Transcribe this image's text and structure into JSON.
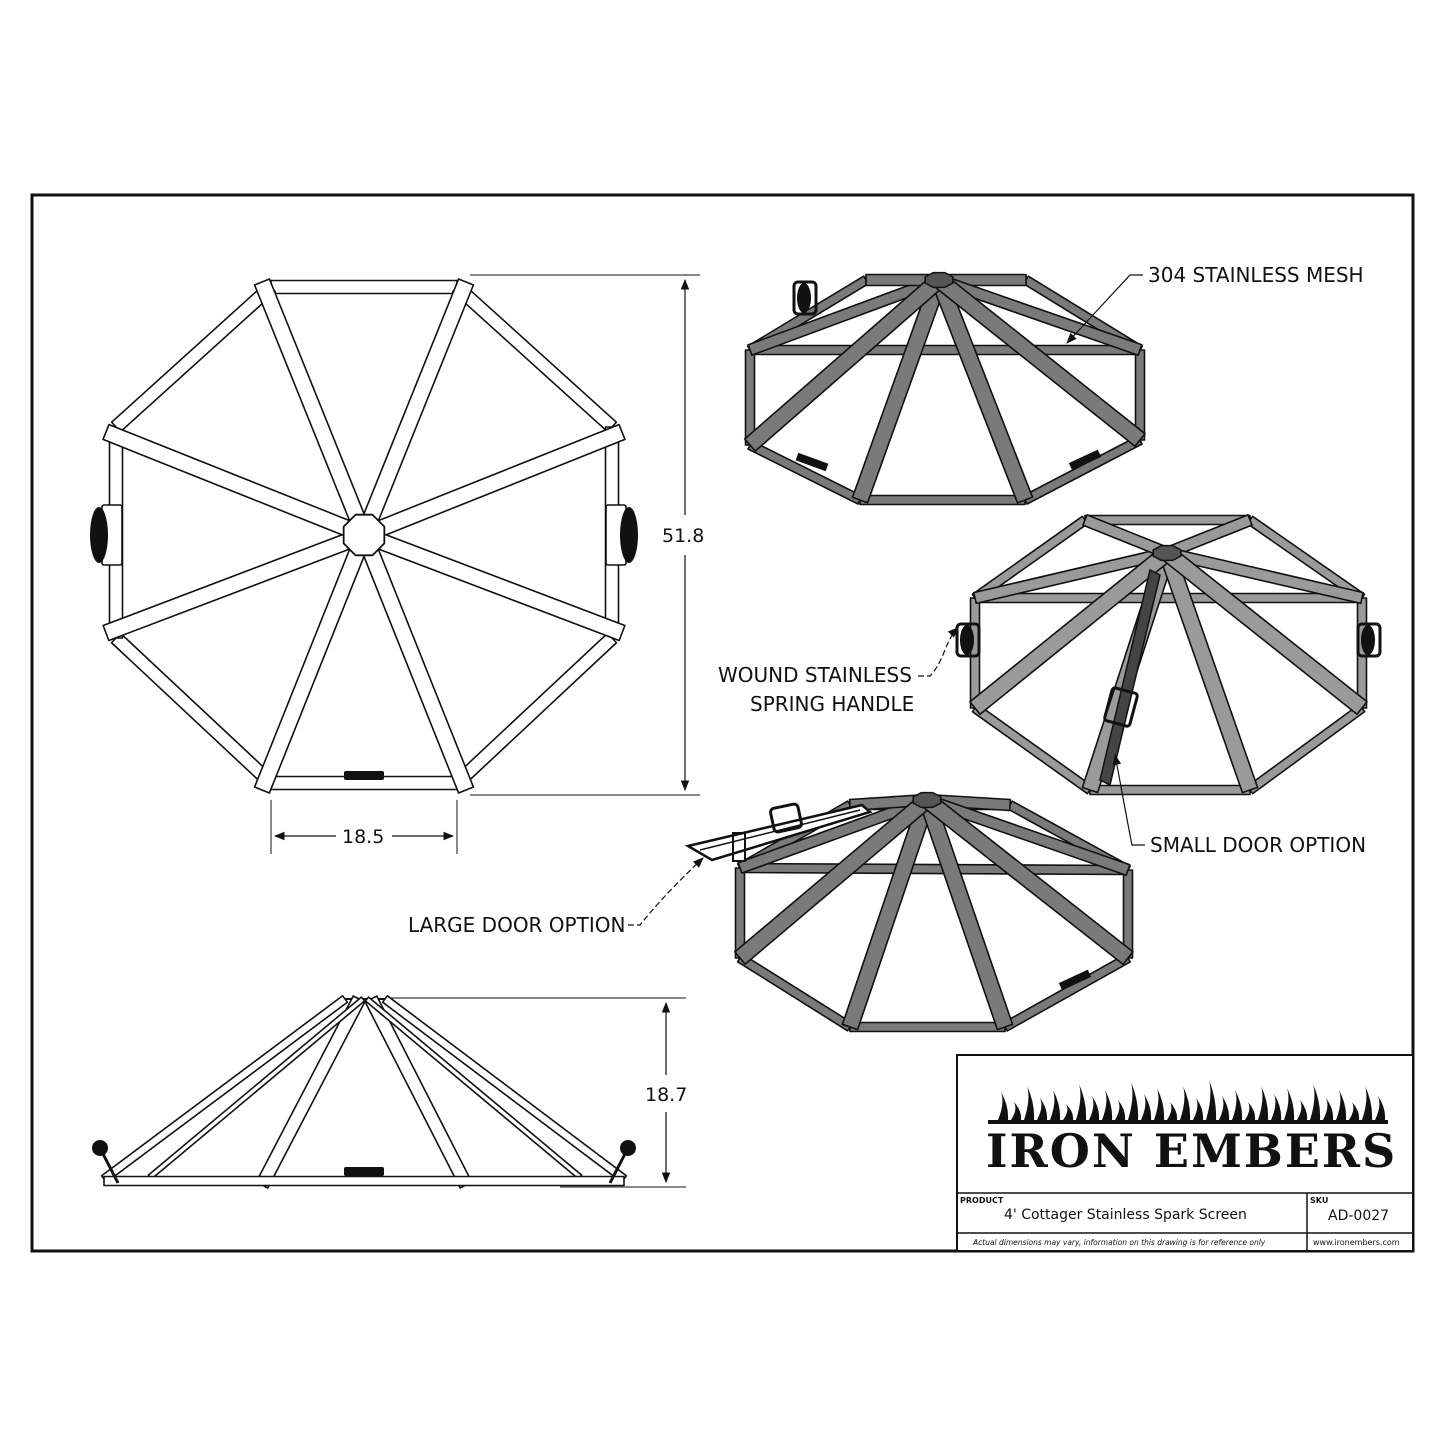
{
  "annotations": {
    "mesh": "304 STAINLESS MESH",
    "handle_line1": "WOUND STAINLESS",
    "handle_line2": "SPRING HANDLE",
    "small_door": "SMALL DOOR OPTION",
    "large_door": "LARGE DOOR OPTION"
  },
  "dimensions": {
    "depth": "51.8",
    "side": "18.5",
    "height": "18.7"
  },
  "title_block": {
    "brand": "IRON EMBERS",
    "product_label": "PRODUCT",
    "product": "4' Cottager Stainless Spark Screen",
    "sku_label": "SKU",
    "sku": "AD-0027",
    "disclaimer": "Actual dimensions may vary, information on this drawing is for reference only",
    "website": "www.ironembers.com"
  },
  "colors": {
    "ink": "#111111",
    "frame_fill": "#ffffff",
    "iso_fill": "#8a8a8a"
  }
}
